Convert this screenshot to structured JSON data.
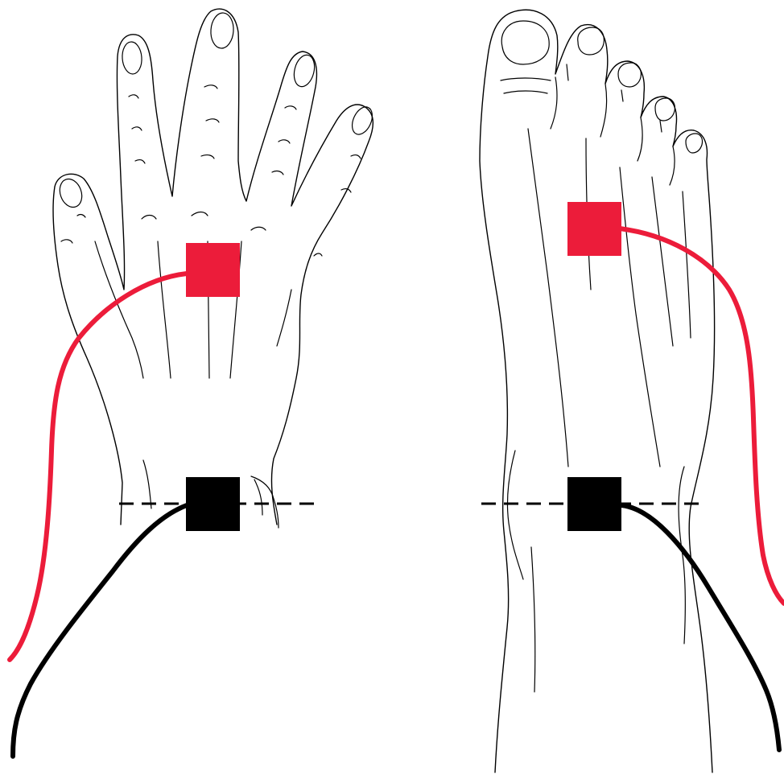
{
  "colors": {
    "active_electrode": "#ec1c3a",
    "reference_electrode": "#000000",
    "outline": "#000000",
    "background": "#ffffff"
  },
  "panels": [
    {
      "limb": "hand",
      "view": "dorsal",
      "electrodes": [
        "red",
        "black"
      ],
      "guide_line": "dashed"
    },
    {
      "limb": "foot",
      "view": "dorsal",
      "electrodes": [
        "red",
        "black"
      ],
      "guide_line": "dashed"
    }
  ]
}
